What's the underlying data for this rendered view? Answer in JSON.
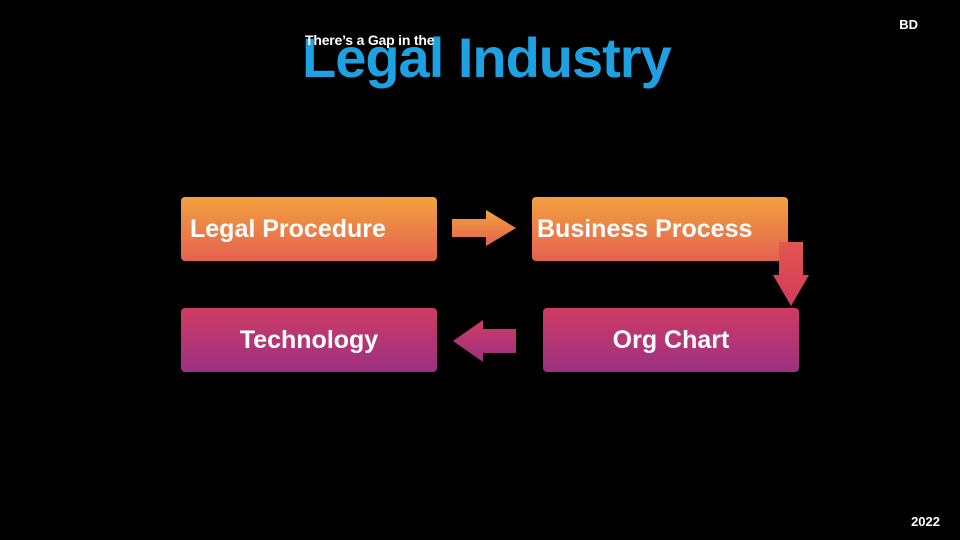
{
  "slide": {
    "subtitle": "There’s a Gap in the",
    "title": "Legal Industry",
    "corner_top_right": "BD",
    "corner_bottom_right": "2022"
  },
  "flow": {
    "nodes": [
      {
        "id": "legal-procedure",
        "label": "Legal Procedure"
      },
      {
        "id": "business-process",
        "label": "Business Process"
      },
      {
        "id": "org-chart",
        "label": "Org Chart"
      },
      {
        "id": "technology",
        "label": "Technology"
      }
    ],
    "edges": [
      {
        "from": "legal-procedure",
        "to": "business-process"
      },
      {
        "from": "business-process",
        "to": "org-chart"
      },
      {
        "from": "org-chart",
        "to": "technology"
      }
    ]
  },
  "colors": {
    "title": "#1ea1e3",
    "background": "#000000",
    "orange_top": "#f2a240",
    "orange_bottom": "#e4614f",
    "purple_top": "#cf3b63",
    "purple_bottom": "#9b3182"
  }
}
